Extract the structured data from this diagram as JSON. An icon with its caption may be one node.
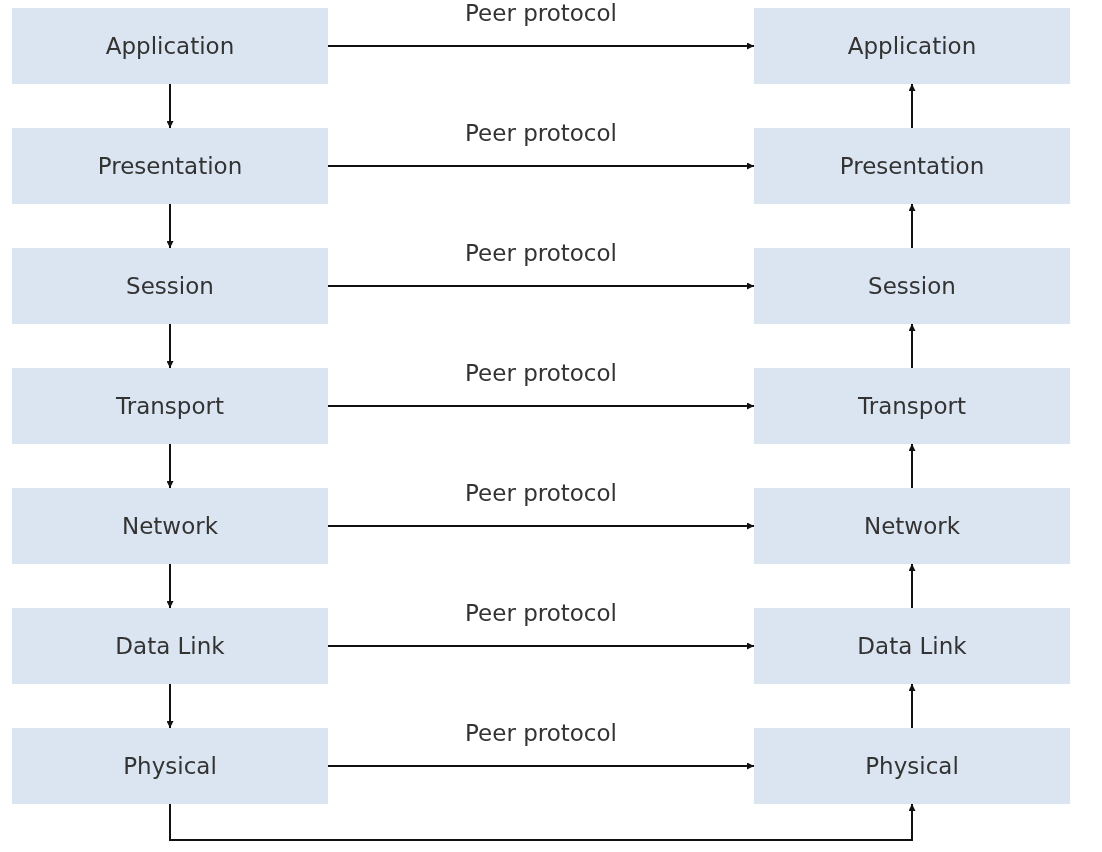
{
  "diagram": {
    "nodes": [
      {
        "text": [
          "Application"
        ]
      },
      {
        "text": [
          "Application"
        ]
      },
      {
        "text": [
          "Presentation"
        ]
      },
      {
        "text": [
          "Presentation"
        ]
      },
      {
        "text": [
          "Session"
        ]
      },
      {
        "text": [
          "Session"
        ]
      },
      {
        "text": [
          "Transport"
        ]
      },
      {
        "text": [
          "Transport"
        ]
      },
      {
        "text": [
          "Network"
        ]
      },
      {
        "text": [
          "Network"
        ]
      },
      {
        "text": [
          "Data Link"
        ]
      },
      {
        "text": [
          "Data Link"
        ]
      },
      {
        "text": [
          "Physical"
        ]
      },
      {
        "text": [
          "Physical"
        ]
      }
    ],
    "edges": [
      {
        "from": 0,
        "to": 1,
        "arrow": "to",
        "label": "Peer protocol"
      },
      {
        "from": 2,
        "to": 3,
        "arrow": "to",
        "label": "Peer protocol"
      },
      {
        "from": 4,
        "to": 5,
        "arrow": "to",
        "label": "Peer protocol"
      },
      {
        "from": 6,
        "to": 7,
        "arrow": "to",
        "label": "Peer protocol"
      },
      {
        "from": 8,
        "to": 9,
        "arrow": "to",
        "label": "Peer protocol"
      },
      {
        "from": 10,
        "to": 11,
        "arrow": "to",
        "label": "Peer protocol"
      },
      {
        "from": 12,
        "to": 13,
        "arrow": "to",
        "label": "Peer protocol"
      },
      {
        "from": 0,
        "to": 2,
        "arrow": "to"
      },
      {
        "from": 2,
        "to": 4,
        "arrow": "to"
      },
      {
        "from": 4,
        "to": 6,
        "arrow": "to"
      },
      {
        "from": 6,
        "to": 8,
        "arrow": "to"
      },
      {
        "from": 8,
        "to": 10,
        "arrow": "to"
      },
      {
        "from": 10,
        "to": 12,
        "arrow": "to"
      },
      {
        "from": 3,
        "to": 1,
        "arrow": "to"
      },
      {
        "from": 5,
        "to": 3,
        "arrow": "to"
      },
      {
        "from": 7,
        "to": 5,
        "arrow": "to"
      },
      {
        "from": 9,
        "to": 7,
        "arrow": "to"
      },
      {
        "from": 11,
        "to": 9,
        "arrow": "to"
      },
      {
        "from": 13,
        "to": 11,
        "arrow": "to"
      },
      {
        "from": 12,
        "to": 13,
        "arrow": "to"
      }
    ]
  }
}
